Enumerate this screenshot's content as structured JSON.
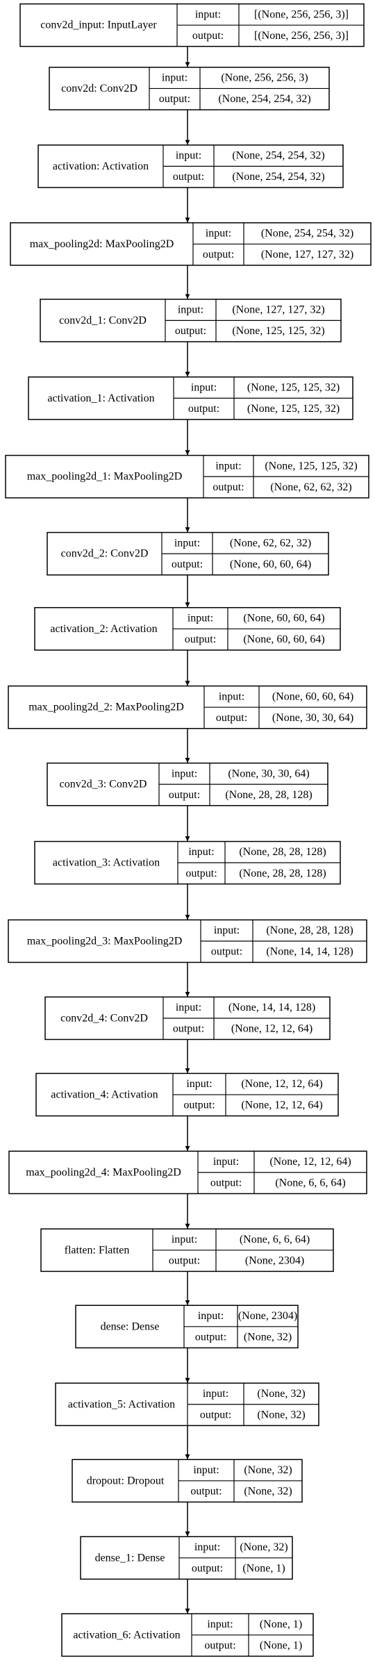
{
  "labels": {
    "input": "input:",
    "output": "output:"
  },
  "layers": [
    {
      "name": "conv2d_input: InputLayer",
      "input": "[(None, 256, 256, 3)]",
      "output": "[(None, 256, 256, 3)]"
    },
    {
      "name": "conv2d: Conv2D",
      "input": "(None, 256, 256, 3)",
      "output": "(None, 254, 254, 32)"
    },
    {
      "name": "activation: Activation",
      "input": "(None, 254, 254, 32)",
      "output": "(None, 254, 254, 32)"
    },
    {
      "name": "max_pooling2d: MaxPooling2D",
      "input": "(None, 254, 254, 32)",
      "output": "(None, 127, 127, 32)"
    },
    {
      "name": "conv2d_1: Conv2D",
      "input": "(None, 127, 127, 32)",
      "output": "(None, 125, 125, 32)"
    },
    {
      "name": "activation_1: Activation",
      "input": "(None, 125, 125, 32)",
      "output": "(None, 125, 125, 32)"
    },
    {
      "name": "max_pooling2d_1: MaxPooling2D",
      "input": "(None, 125, 125, 32)",
      "output": "(None, 62, 62, 32)"
    },
    {
      "name": "conv2d_2: Conv2D",
      "input": "(None, 62, 62, 32)",
      "output": "(None, 60, 60, 64)"
    },
    {
      "name": "activation_2: Activation",
      "input": "(None, 60, 60, 64)",
      "output": "(None, 60, 60, 64)"
    },
    {
      "name": "max_pooling2d_2: MaxPooling2D",
      "input": "(None, 60, 60, 64)",
      "output": "(None, 30, 30, 64)"
    },
    {
      "name": "conv2d_3: Conv2D",
      "input": "(None, 30, 30, 64)",
      "output": "(None, 28, 28, 128)"
    },
    {
      "name": "activation_3: Activation",
      "input": "(None, 28, 28, 128)",
      "output": "(None, 28, 28, 128)"
    },
    {
      "name": "max_pooling2d_3: MaxPooling2D",
      "input": "(None, 28, 28, 128)",
      "output": "(None, 14, 14, 128)"
    },
    {
      "name": "conv2d_4: Conv2D",
      "input": "(None, 14, 14, 128)",
      "output": "(None, 12, 12, 64)"
    },
    {
      "name": "activation_4: Activation",
      "input": "(None, 12, 12, 64)",
      "output": "(None, 12, 12, 64)"
    },
    {
      "name": "max_pooling2d_4: MaxPooling2D",
      "input": "(None, 12, 12, 64)",
      "output": "(None, 6, 6, 64)"
    },
    {
      "name": "flatten: Flatten",
      "input": "(None, 6, 6, 64)",
      "output": "(None, 2304)"
    },
    {
      "name": "dense: Dense",
      "input": "(None, 2304)",
      "output": "(None, 32)"
    },
    {
      "name": "activation_5: Activation",
      "input": "(None, 32)",
      "output": "(None, 32)"
    },
    {
      "name": "dropout: Dropout",
      "input": "(None, 32)",
      "output": "(None, 32)"
    },
    {
      "name": "dense_1: Dense",
      "input": "(None, 32)",
      "output": "(None, 1)"
    },
    {
      "name": "activation_6: Activation",
      "input": "(None, 1)",
      "output": "(None, 1)"
    }
  ]
}
